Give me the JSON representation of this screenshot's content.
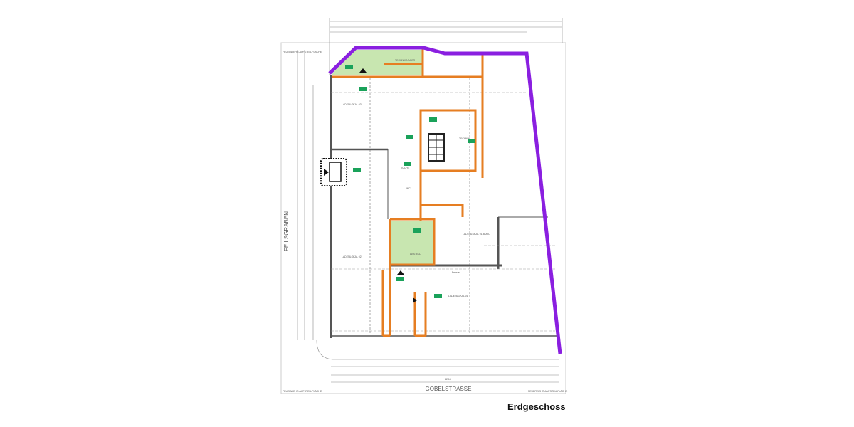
{
  "plan": {
    "caption": "Erdgeschoss",
    "street_bottom": "GÖBELSTRASSE",
    "street_left": "FEILSGRABEN",
    "fire_area_label": "FEUERWEHR-AUFSTELLFLÄCHE",
    "rooms": [
      {
        "name": "TECHNIK/LAGER"
      },
      {
        "name": "LADENLOKAL 03"
      },
      {
        "name": "LADENLOKAL 02"
      },
      {
        "name": "LADENLOKAL 01"
      },
      {
        "name": "LADENLOKAL 01 BÜRO"
      },
      {
        "name": "KÜCHE"
      },
      {
        "name": "WC"
      },
      {
        "name": "ABSTELL"
      },
      {
        "name": "TECHNIK"
      }
    ],
    "window_note": "Fenster",
    "dimension_total": "22.14",
    "colors": {
      "property_line": "#8a1fe0",
      "fire_walls": "#e67e22",
      "stair_zone": "#c8e6b0",
      "exit_sign": "#1aa25a",
      "walls": "#555555"
    },
    "icons": [
      "exit-sign-icon",
      "elevator-icon",
      "north-arrow-icon",
      "stair-icon"
    ]
  }
}
